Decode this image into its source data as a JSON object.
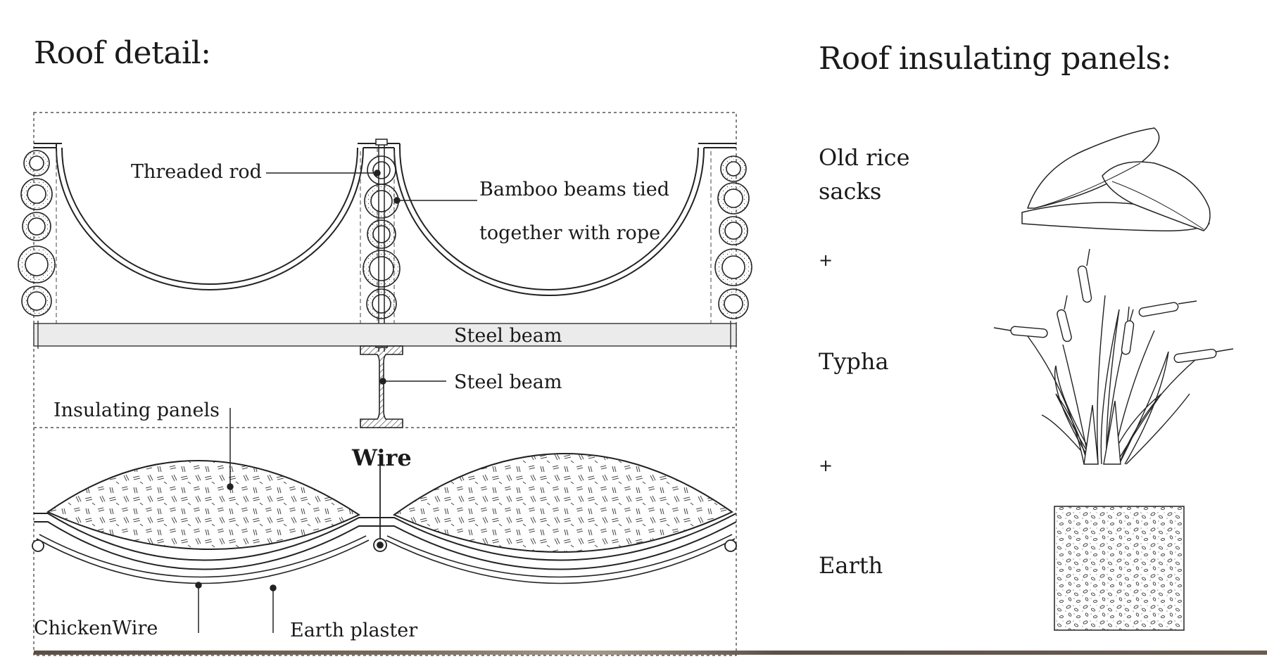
{
  "titles": {
    "left": "Roof detail:",
    "right": "Roof insulating panels:"
  },
  "labels": {
    "threaded_rod": "Threaded rod",
    "bamboo_line1": "Bamboo beams tied",
    "bamboo_line2": "together with rope",
    "steel_beam_top": "Steel beam",
    "steel_beam_side": "Steel beam",
    "insulating_panels": "Insulating panels",
    "wire": "Wire",
    "chicken_wire": "ChickenWire",
    "earth_plaster": "Earth plaster"
  },
  "materials": {
    "rice_line1": "Old rice",
    "rice_line2": "sacks",
    "plus_1": "+",
    "typha": "Typha",
    "plus_2": "+",
    "earth": "Earth"
  },
  "icons": [
    "rice-sacks-icon",
    "typha-plant-icon",
    "earth-texture-icon"
  ]
}
